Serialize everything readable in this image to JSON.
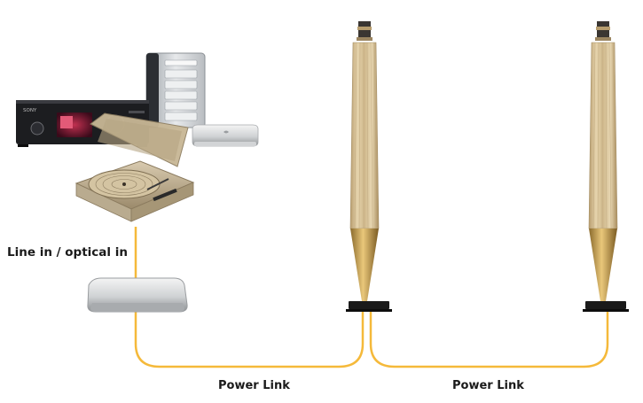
{
  "labels": {
    "line_in": "Line in / optical in",
    "power_link_1": "Power Link",
    "power_link_2": "Power Link"
  },
  "brand": {
    "receiver_logo": "SONY"
  },
  "colors": {
    "cable": "#f5b93a",
    "speaker_gold": "#d8c39a",
    "speaker_stand": "#1a1a1a",
    "text": "#1a1a1a"
  },
  "icons": {
    "stereo_receiver": "stereo-receiver-icon",
    "nas_drive": "nas-drive-icon",
    "mini_computer": "mini-computer-icon",
    "turntable": "turntable-icon",
    "hub_box": "hub-box-icon",
    "speaker": "floor-speaker-icon"
  }
}
